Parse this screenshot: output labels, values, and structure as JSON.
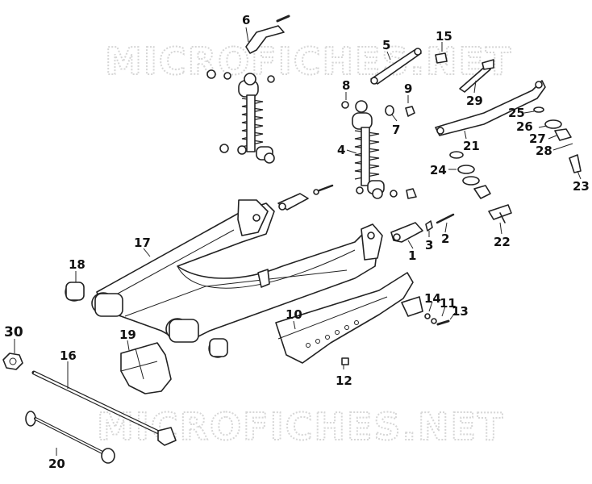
{
  "watermarks": [
    "MICROFICHES.NET",
    "MICROFICHES.NET"
  ],
  "callouts": {
    "p1": "1",
    "p2": "2",
    "p3": "3",
    "p4": "4",
    "p5": "5",
    "p6": "6",
    "p7": "7",
    "p8": "8",
    "p9": "9",
    "p10": "10",
    "p11": "11",
    "p12": "12",
    "p13": "13",
    "p14": "14",
    "p15": "15",
    "p16": "16",
    "p17": "17",
    "p18": "18",
    "p19": "19",
    "p20": "20",
    "p21": "21",
    "p22": "22",
    "p23": "23",
    "p24": "24",
    "p25": "25",
    "p26": "26",
    "p27": "27",
    "p28": "28",
    "p29": "29",
    "p30": "30"
  }
}
